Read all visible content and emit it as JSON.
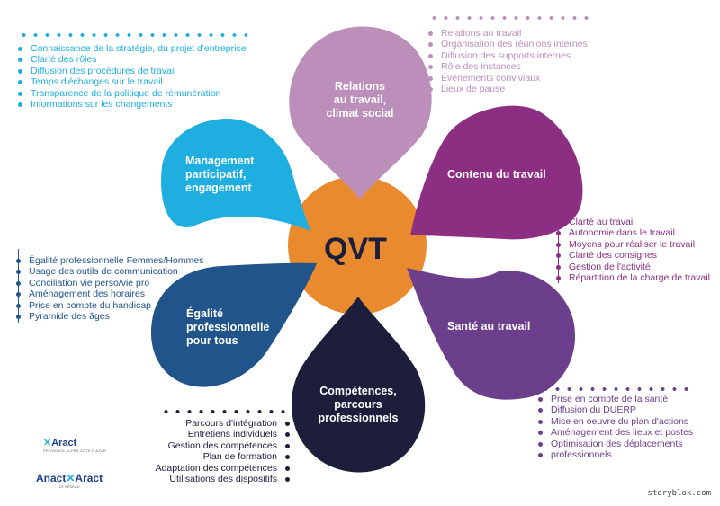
{
  "center": {
    "label": "QVT"
  },
  "colors": {
    "orange": "#e98a2f",
    "mauve": "#bb8fba",
    "purple": "#8c2f82",
    "violet": "#6c3f8c",
    "navy": "#1c1e3c",
    "blue": "#22548c",
    "cyan": "#1eaee0"
  },
  "petals": {
    "relations": {
      "title": "Relations\nau travail,\nclimat social"
    },
    "contenu": {
      "title": "Contenu du travail"
    },
    "sante": {
      "title": "Santé au travail"
    },
    "competences": {
      "title": "Compétences,\nparcours\nprofessionnels"
    },
    "egalite": {
      "title": "Égalité\nprofessionnelle\npour tous"
    },
    "management": {
      "title": "Management\nparticipatif,\nengagement"
    }
  },
  "lists": {
    "management": [
      "Connaissance de la stratégie, du projet d'entreprise",
      "Clarté des rôles",
      "Diffusion des procédures de travail",
      "Temps d'échanges sur le travail",
      "Transparence de la politique de rémunération",
      "Informations sur les changements"
    ],
    "relations": [
      "Relations au travail",
      "Organisation des réunions internes",
      "Diffusion des supports internes",
      "Rôle des instances",
      "Événements conviviaux",
      "Lieux de pause"
    ],
    "contenu": [
      "Clarté au travail",
      "Autonomie dans le travail",
      "Moyens pour réaliser le travail",
      "Clarté des consignes",
      "Gestion de l'activité",
      "Répartition de la charge de travail"
    ],
    "egalite": [
      "Égalité professionnelle Femmes/Hommes",
      "Usage des outils de communication",
      "Conciliation vie perso/vie pro",
      "Aménagement des horaires",
      "Prise en compte du handicap",
      "Pyramide des âges"
    ],
    "sante": [
      "Prise en compte de la santé",
      "Diffusion du DUERP",
      "Mise en oeuvre du plan d'actions",
      "Aménagement des lieux et postes",
      "Optimisation des déplacements",
      "professionnels"
    ],
    "competences": [
      "Parcours d'intégration",
      "Entretiens individuels",
      "Gestion des compétences",
      "Plan de formation",
      "Adaptation des compétences",
      "Utilisations des dispositifs"
    ]
  },
  "logos": {
    "aract": "Aract",
    "aract_sub": "PROVENCE-ALPES-CÔTE D'AZUR",
    "anact_left": "Anact",
    "anact_right": "Aract",
    "anact_sub": "LE RÉSEAU"
  },
  "watermark": "storyblok.com"
}
